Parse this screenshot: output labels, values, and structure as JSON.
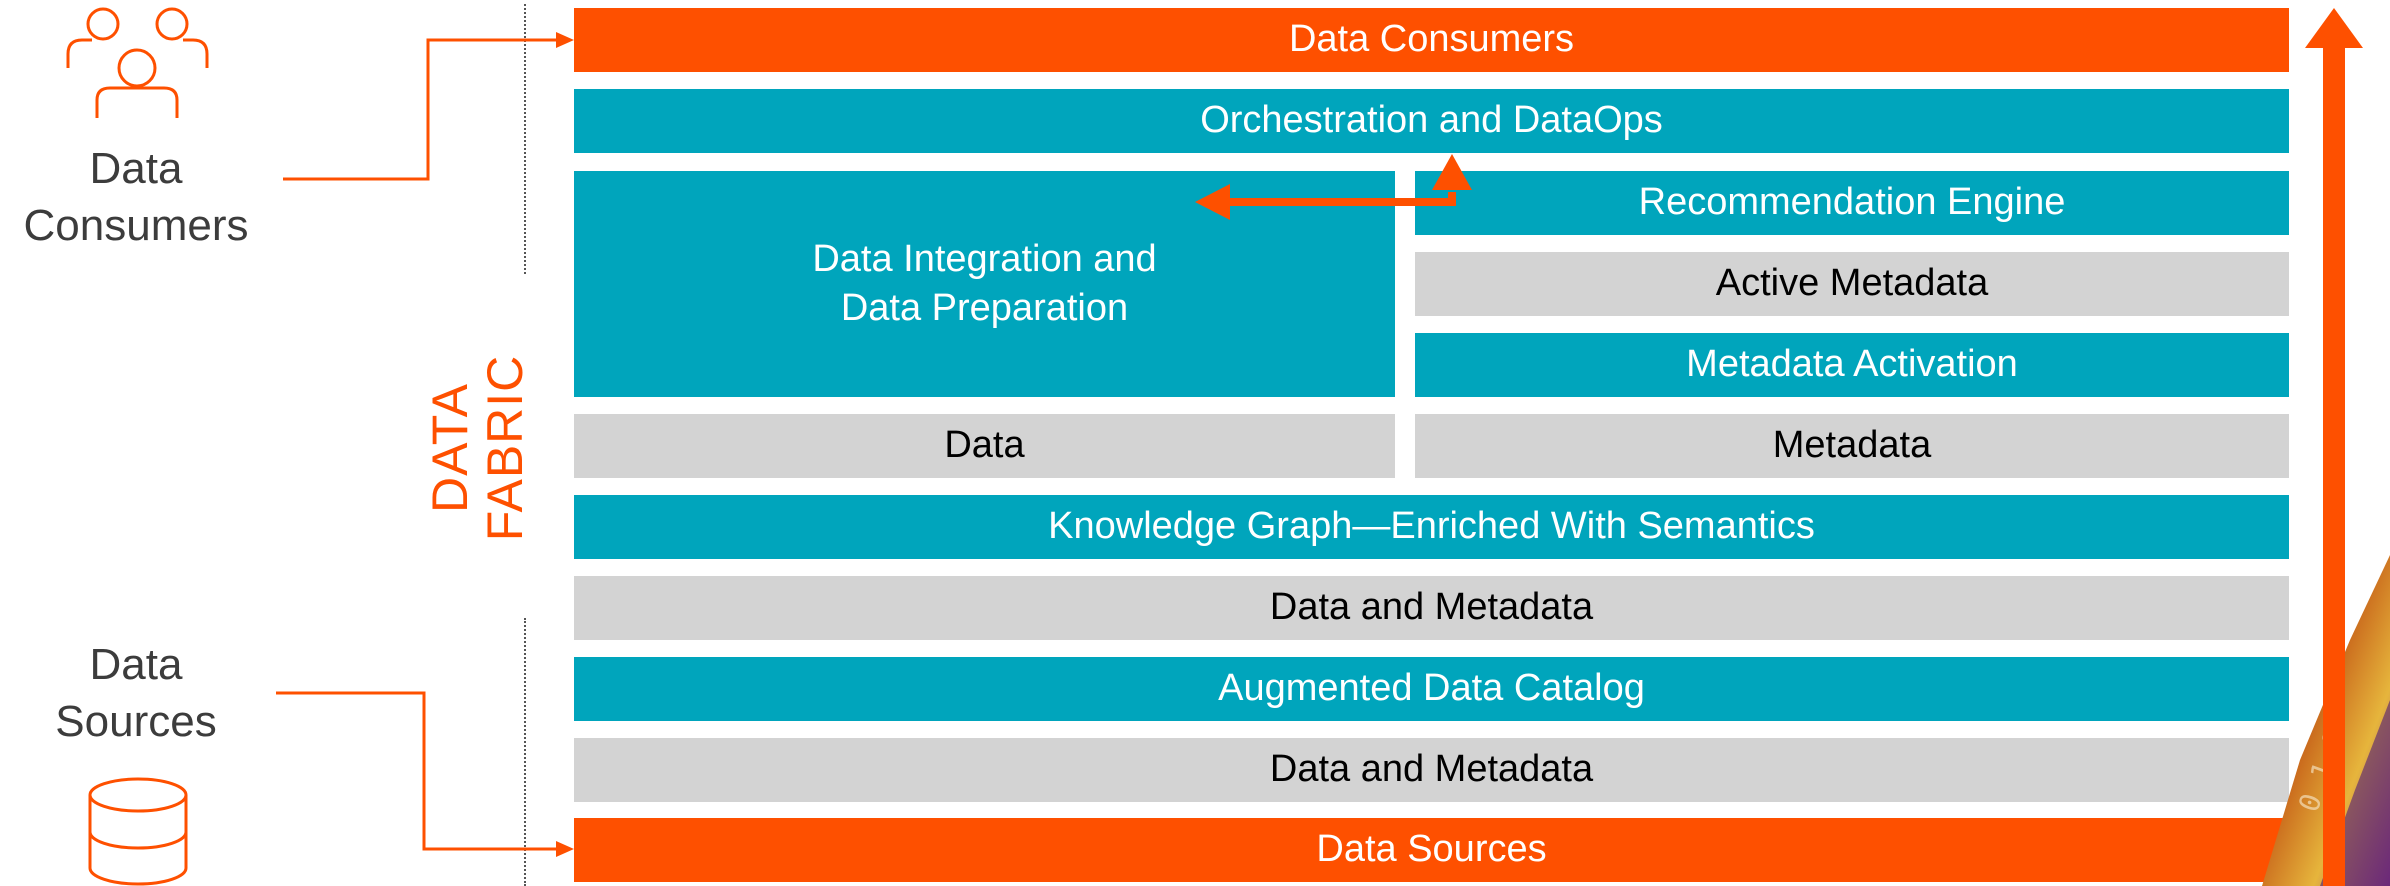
{
  "colors": {
    "accent_orange": "#fe5000",
    "teal": "#00a5bc",
    "gray": "#d3d3d3"
  },
  "side": {
    "consumers_label": "Data\nConsumers",
    "sources_label": "Data\nSources",
    "consumers_icon": "users-group-icon",
    "sources_icon": "database-icon"
  },
  "fabric_label": "DATA\nFABRIC",
  "layers": {
    "data_consumers": "Data Consumers",
    "orchestration": "Orchestration and DataOps",
    "integration": "Data Integration and\nData Preparation",
    "recommendation": "Recommendation Engine",
    "active_metadata": "Active Metadata",
    "metadata_activation": "Metadata Activation",
    "data": "Data",
    "metadata": "Metadata",
    "knowledge_graph": "Knowledge Graph—Enriched With Semantics",
    "data_and_metadata_upper": "Data and Metadata",
    "catalog": "Augmented Data Catalog",
    "data_and_metadata_lower": "Data and Metadata",
    "data_sources": "Data Sources"
  },
  "decor": {
    "binary_digits": "0 1 0"
  }
}
